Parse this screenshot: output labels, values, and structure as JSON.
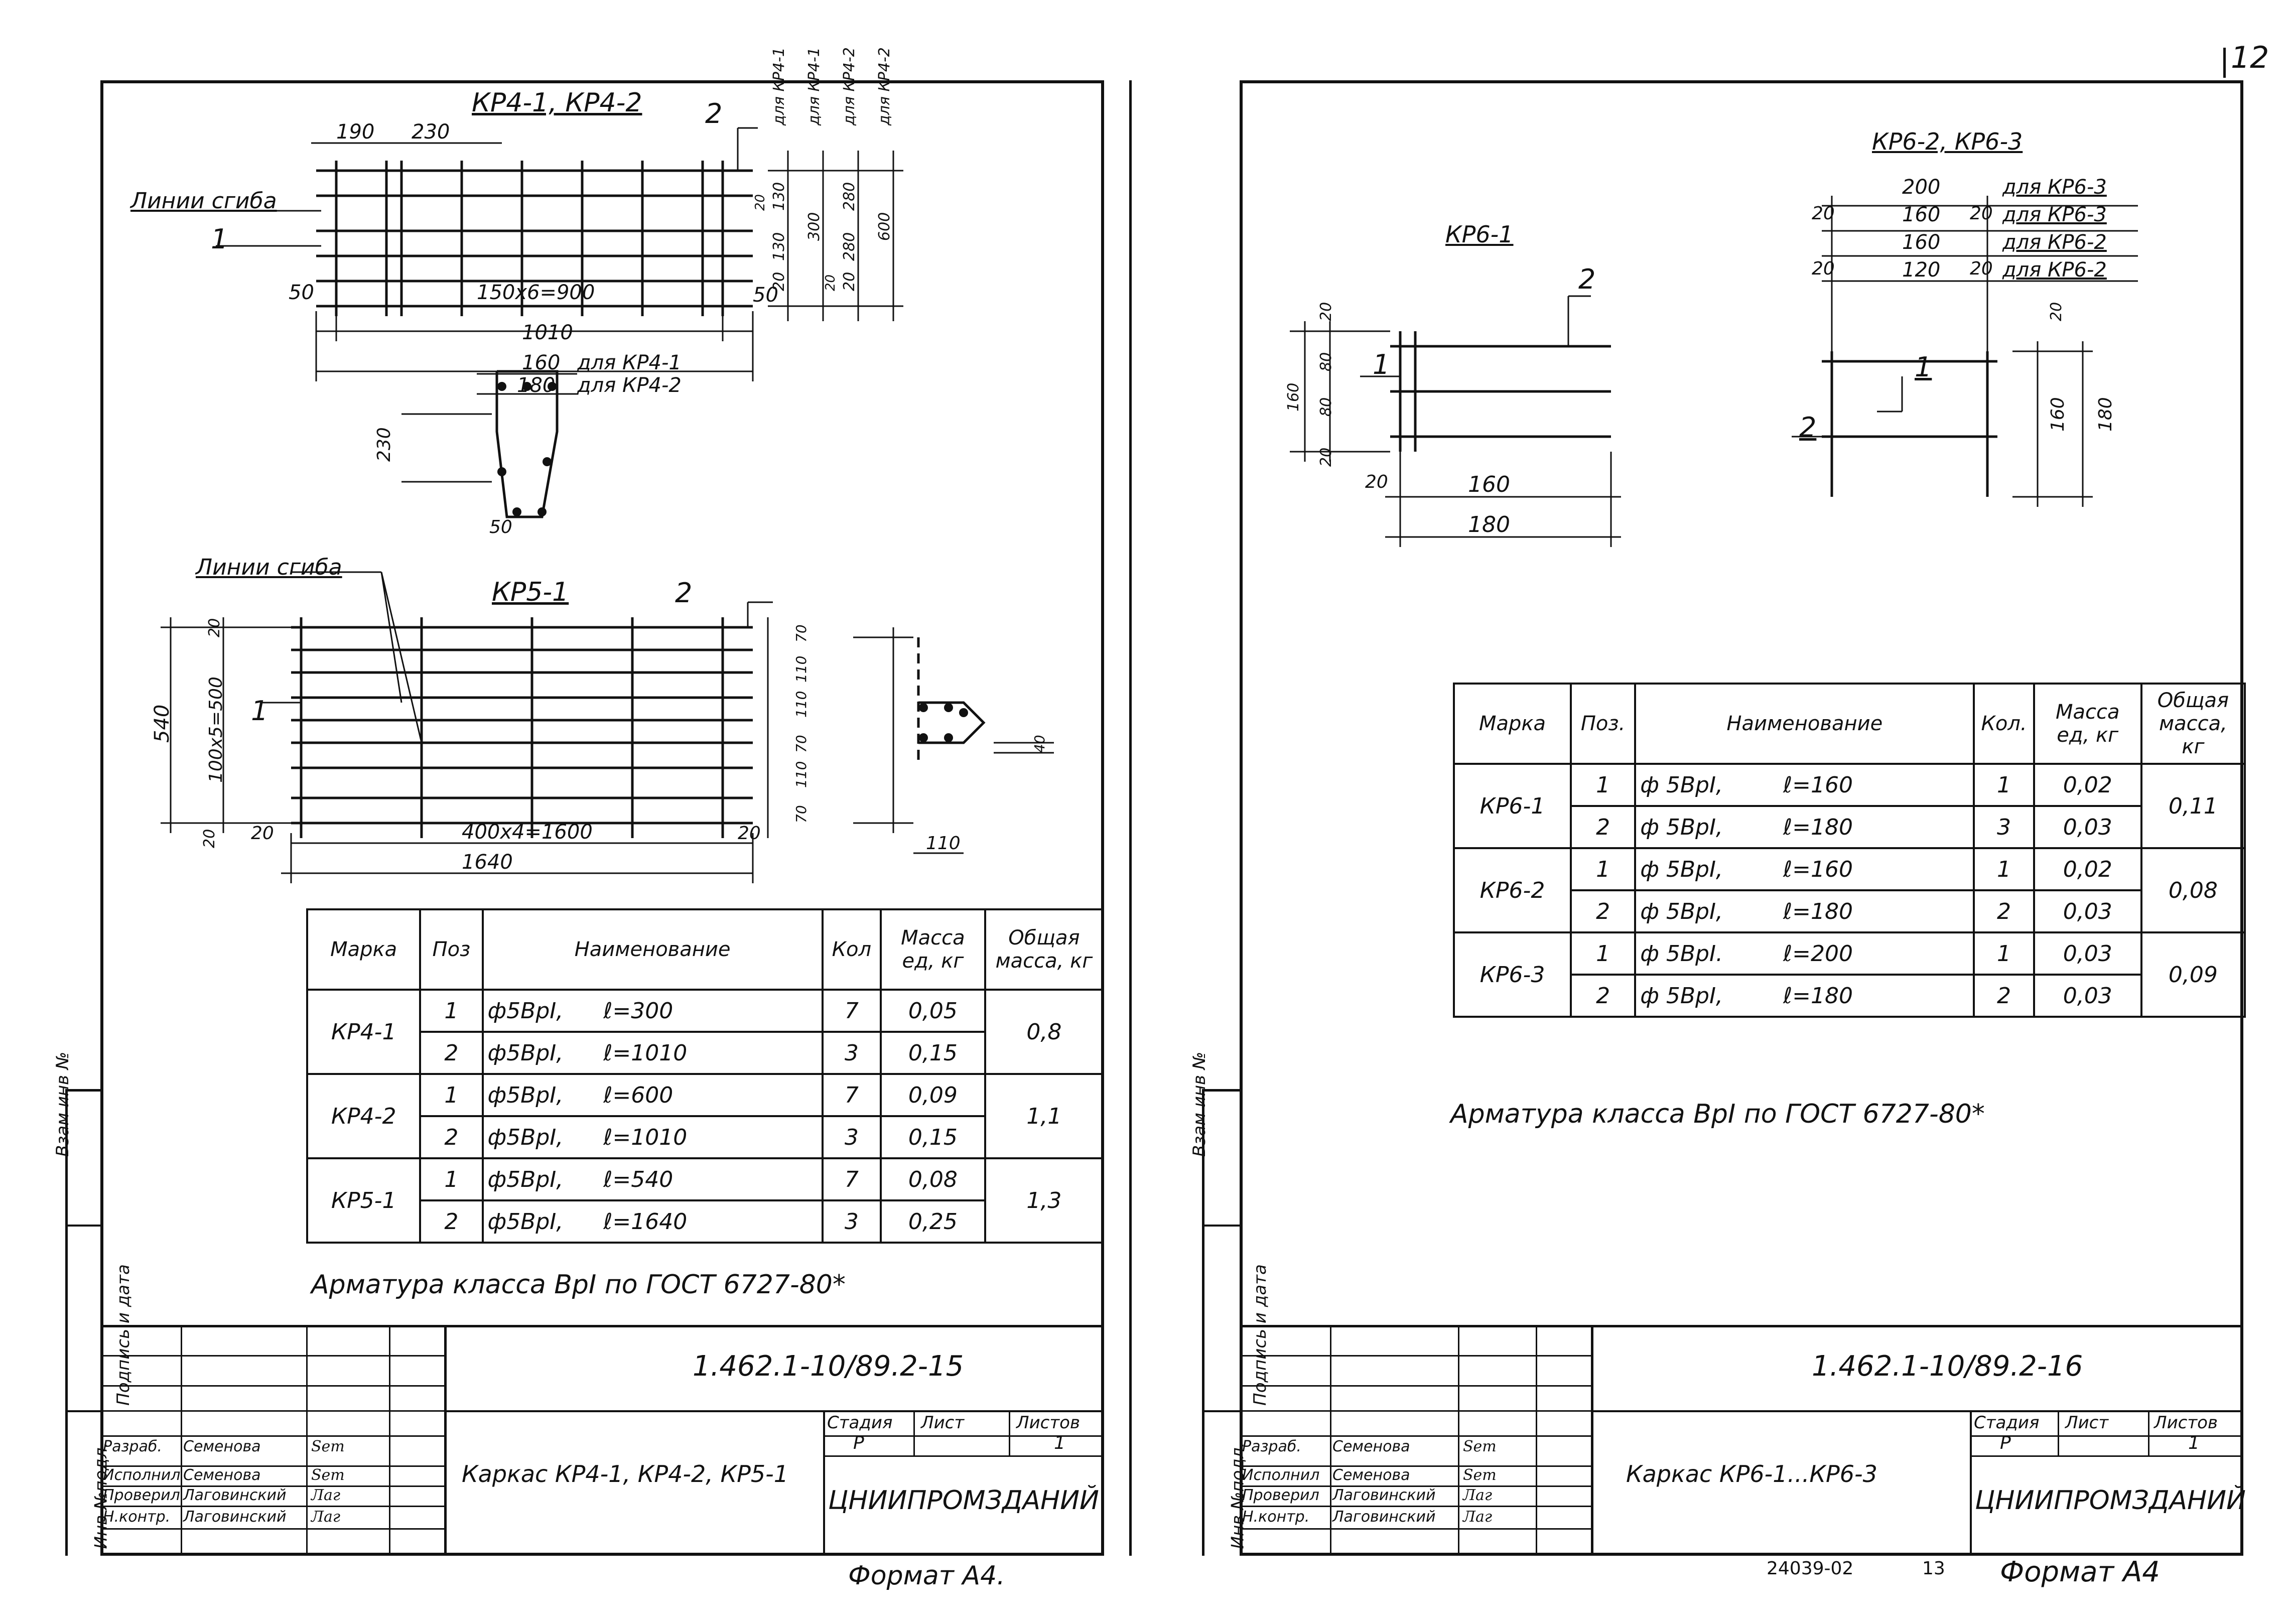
{
  "page_number": "12",
  "left": {
    "drawing1": {
      "title": "КР4-1, КР4-2",
      "bend_label": "Линии сгиба",
      "pos1": "1",
      "pos2": "2",
      "dim_190": "190",
      "dim_230": "230",
      "dim_50a": "50",
      "dim_50b": "50",
      "dim_150x6": "150х6=900",
      "dim_1010": "1010",
      "v_dims": [
        "20",
        "130",
        "130",
        "20",
        "300",
        "20",
        "280",
        "280",
        "20",
        "600"
      ],
      "v_labels": [
        "для КР4-1",
        "для КР4-1",
        "для КР4-2",
        "для КР4-2"
      ],
      "section_160": "160",
      "section_180": "180",
      "section_for1": "для КР4-1",
      "section_for2": "для КР4-2",
      "section_230": "230",
      "section_50": "50"
    },
    "drawing2": {
      "title": "КР5-1",
      "bend_label": "Линии сгиба",
      "pos1": "1",
      "pos2": "2",
      "dim_540": "540",
      "dim_100x5": "100х5=500",
      "dim_20a": "20",
      "dim_20b": "20",
      "dim_20c": "20",
      "dim_20d": "20",
      "dim_400x4": "400х4=1600",
      "dim_1640": "1640",
      "v_right": [
        "70",
        "110",
        "70",
        "110",
        "110",
        "70"
      ],
      "dim_110": "110",
      "dim_small": "40"
    },
    "table": {
      "headers": [
        "Марка",
        "Поз",
        "Наименование",
        "Кол",
        "Масса ед, кг",
        "Общая масса, кг"
      ],
      "groups": [
        {
          "mark": "КР4-1",
          "total": "0,8",
          "rows": [
            {
              "pos": "1",
              "name": "ф5ВрI,",
              "len": "ℓ=300",
              "qty": "7",
              "mass": "0,05"
            },
            {
              "pos": "2",
              "name": "ф5ВрI,",
              "len": "ℓ=1010",
              "qty": "3",
              "mass": "0,15"
            }
          ]
        },
        {
          "mark": "КР4-2",
          "total": "1,1",
          "rows": [
            {
              "pos": "1",
              "name": "ф5ВрI,",
              "len": "ℓ=600",
              "qty": "7",
              "mass": "0,09"
            },
            {
              "pos": "2",
              "name": "ф5ВрI,",
              "len": "ℓ=1010",
              "qty": "3",
              "mass": "0,15"
            }
          ]
        },
        {
          "mark": "КР5-1",
          "total": "1,3",
          "rows": [
            {
              "pos": "1",
              "name": "ф5ВрI,",
              "len": "ℓ=540",
              "qty": "7",
              "mass": "0,08"
            },
            {
              "pos": "2",
              "name": "ф5ВрI,",
              "len": "ℓ=1640",
              "qty": "3",
              "mass": "0,25"
            }
          ]
        }
      ]
    },
    "note": "Арматура класса ВрI по ГОСТ 6727-80*",
    "stamp": {
      "code": "1.462.1-10/89.2-15",
      "title": "Каркас КР4-1, КР4-2, КР5-1",
      "stage_h": "Стадия",
      "sheet_h": "Лист",
      "sheets_h": "Листов",
      "stage": "Р",
      "sheets": "1",
      "org": "ЦНИИПРОМЗДАНИЙ",
      "roles": [
        {
          "role": "Разраб.",
          "name": "Семенова",
          "sig": "Sem"
        },
        {
          "role": "Исполнил",
          "name": "Семенова",
          "sig": "Sem"
        },
        {
          "role": "Проверил",
          "name": "Лаговинский",
          "sig": "Лаг"
        },
        {
          "role": "Н.контр.",
          "name": "Лаговинский",
          "sig": "Лаг"
        }
      ]
    },
    "side": [
      "Инв №подл.",
      "Подпись и дата",
      "Взам инв №"
    ],
    "format": "Формат А4."
  },
  "right": {
    "drawing1": {
      "title": "КР6-1",
      "pos1": "1",
      "pos2": "2",
      "v_dims": [
        "20",
        "160",
        "80",
        "80",
        "20"
      ],
      "dim_20": "20",
      "dim_160": "160",
      "dim_180": "180"
    },
    "drawing2": {
      "title": "КР6-2, КР6-3",
      "pos1": "1",
      "pos2": "2",
      "dim_200": "200",
      "for_63a": "для КР6-3",
      "dim_160": "160",
      "for_63b": "для КР6-3",
      "dim_160b": "160",
      "for_62a": "для КР6-2",
      "dim_120": "120",
      "for_62b": "для КР6-2",
      "dim_20a": "20",
      "dim_20b": "20",
      "dim_20c": "20",
      "dim_20d": "20",
      "dim_20e": "20",
      "v_160": "160",
      "v_180": "180"
    },
    "table": {
      "headers": [
        "Марка",
        "Поз.",
        "Наименование",
        "Кол.",
        "Масса ед, кг",
        "Общая масса, кг"
      ],
      "groups": [
        {
          "mark": "КР6-1",
          "total": "0,11",
          "rows": [
            {
              "pos": "1",
              "name": "ф 5ВрI,",
              "len": "ℓ=160",
              "qty": "1",
              "mass": "0,02"
            },
            {
              "pos": "2",
              "name": "ф 5ВрI,",
              "len": "ℓ=180",
              "qty": "3",
              "mass": "0,03"
            }
          ]
        },
        {
          "mark": "КР6-2",
          "total": "0,08",
          "rows": [
            {
              "pos": "1",
              "name": "ф 5ВрI,",
              "len": "ℓ=160",
              "qty": "1",
              "mass": "0,02"
            },
            {
              "pos": "2",
              "name": "ф 5ВрI,",
              "len": "ℓ=180",
              "qty": "2",
              "mass": "0,03"
            }
          ]
        },
        {
          "mark": "КР6-3",
          "total": "0,09",
          "rows": [
            {
              "pos": "1",
              "name": "ф 5ВрI.",
              "len": "ℓ=200",
              "qty": "1",
              "mass": "0,03"
            },
            {
              "pos": "2",
              "name": "ф 5ВрI,",
              "len": "ℓ=180",
              "qty": "2",
              "mass": "0,03"
            }
          ]
        }
      ]
    },
    "note": "Арматура класса ВрI по ГОСТ 6727-80*",
    "stamp": {
      "code": "1.462.1-10/89.2-16",
      "title": "Каркас КР6-1...КР6-3",
      "stage_h": "Стадия",
      "sheet_h": "Лист",
      "sheets_h": "Листов",
      "stage": "Р",
      "sheets": "1",
      "org": "ЦНИИПРОМЗДАНИЙ",
      "roles": [
        {
          "role": "Разраб.",
          "name": "Семенова",
          "sig": "Sem"
        },
        {
          "role": "Исполнил",
          "name": "Семенова",
          "sig": "Sem"
        },
        {
          "role": "Проверил",
          "name": "Лаговинский",
          "sig": "Лаг"
        },
        {
          "role": "Н.контр.",
          "name": "Лаговинский",
          "sig": "Лаг"
        }
      ]
    },
    "side": [
      "Инв №подл.",
      "Подпись и дата",
      "Взам инв №"
    ],
    "format": "Формат А4",
    "archive_no": "24039-02",
    "archive_page": "13"
  }
}
